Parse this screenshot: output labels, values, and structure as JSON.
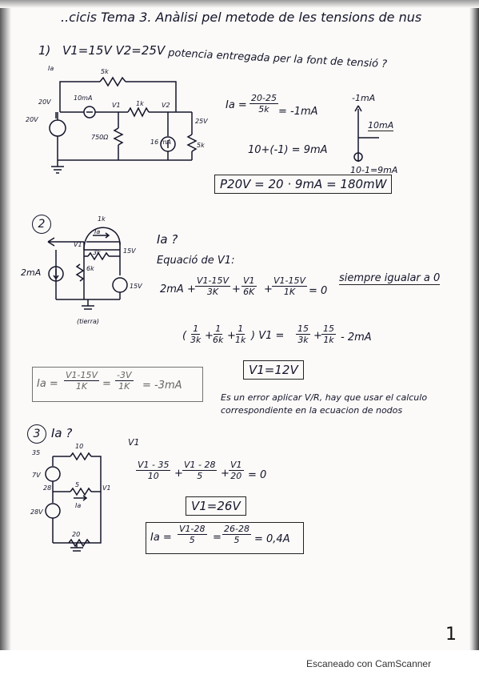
{
  "title": "..cicis Tema 3. Anàlisi pel metode de les tensions de nus",
  "problem1": {
    "number": "1)",
    "givens": "V1=15V  V2=25V",
    "question": "potencia entregada per la font de tensió ?",
    "circuit_labels": {
      "ia": "Ia",
      "r_top": "5k",
      "i_source": "10mA",
      "v_node_left": "20V",
      "v_source": "20V",
      "v1": "V1",
      "r_mid": "1k",
      "v2": "V2",
      "v_right": "25V",
      "r_750": "750Ω",
      "i_16": "16 mA",
      "r_5k": "5k"
    },
    "ia_eq_lhs": "Ia =",
    "ia_eq_num": "20-25",
    "ia_eq_den": "5k",
    "ia_eq_rhs": "= -1mA",
    "sum_eq": "10+(-1) = 9mA",
    "side": {
      "top": "-1mA",
      "mid": "10mA",
      "bottom": "10-1=9mA"
    },
    "result": "P20V = 20 · 9mA = 180mW"
  },
  "problem2": {
    "number": "2",
    "circuit_labels": {
      "r1k_top": "1k",
      "ia": "Ia",
      "v1": "V1",
      "r3k": "3k",
      "i2": "2mA",
      "r6k": "6k",
      "v15_top": "15V",
      "v15": "15V",
      "ground_note": "(tierra)"
    },
    "question": "Ia ?",
    "eq_label": "Equació de V1:",
    "note": "siempre igualar a 0",
    "eq1": {
      "t0": "2mA +",
      "f1_num": "V1-15V",
      "f1_den": "3K",
      "p1": "+",
      "f2_num": "V1",
      "f2_den": "6K",
      "p2": "+",
      "f3_num": "V1-15V",
      "f3_den": "1K",
      "end": "= 0"
    },
    "eq2": {
      "open": "(",
      "a_num": "1",
      "a_den": "3k",
      "p1": "+",
      "b_num": "1",
      "b_den": "6k",
      "p2": "+",
      "c_num": "1",
      "c_den": "1k",
      "close": ") V1 =",
      "d_num": "15",
      "d_den": "3k",
      "p3": "+",
      "e_num": "15",
      "e_den": "1k",
      "end": "- 2mA"
    },
    "v1_result": "V1=12V",
    "ia_result": {
      "lhs": "Ia =",
      "f1_num": "V1-15V",
      "f1_den": "1K",
      "eq": "=",
      "f2_num": "-3V",
      "f2_den": "1K",
      "rhs": "= -3mA"
    },
    "comment_line1": "Es un error aplicar V/R, hay que usar el calculo",
    "comment_line2": "correspondiente en la ecuacion de nodos",
    "comment_frac_num": "V",
    "comment_frac_den": "R"
  },
  "problem3": {
    "number": "3",
    "question": "Ia ?",
    "v1_label": "V1",
    "circuit_labels": {
      "r10": "10",
      "v7": "7V",
      "v28_node": "28",
      "r5": "5",
      "ia": "Ia",
      "v1": "V1",
      "v28": "28V",
      "r20": "20",
      "v35": "35"
    },
    "eq": {
      "f1_num": "V1 - 35",
      "f1_den": "10",
      "p1": "+",
      "f2_num": "V1 - 28",
      "f2_den": "5",
      "p2": "+",
      "f3_num": "V1",
      "f3_den": "20",
      "end": "= 0"
    },
    "v1_result": "V1=26V",
    "ia_result": {
      "lhs": "Ia =",
      "f1_num": "V1-28",
      "f1_den": "5",
      "eq": "=",
      "f2_num": "26-28",
      "f2_den": "5",
      "rhs": "= 0,4A"
    }
  },
  "page_number": "1",
  "footer": "Escaneado con CamScanner"
}
